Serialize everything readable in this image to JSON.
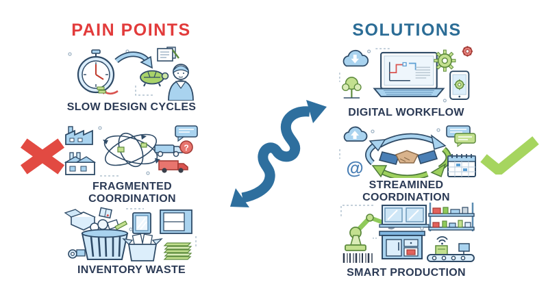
{
  "canvas": {
    "background": "#ffffff"
  },
  "pain_points": {
    "title": "PAIN POINTS",
    "title_color": "#e23b3b",
    "marker": "cross-icon",
    "items": [
      {
        "label": "SLOW DESIGN CYCLES",
        "icon": "stopwatch-turtle-designer-icon"
      },
      {
        "label": "FRAGMENTED COORDINATION",
        "icon": "tangled-network-factories-trucks-icon"
      },
      {
        "label": "INVENTORY WASTE",
        "icon": "waste-basket-boxes-shelf-icon"
      }
    ]
  },
  "solutions": {
    "title": "SOLUTIONS",
    "title_color": "#2c6d96",
    "marker": "check-icon",
    "items": [
      {
        "label": "DIGITAL WORKFLOW",
        "icon": "laptop-cloud-gears-tablet-icon"
      },
      {
        "label": "STREAMINED COORDINATION",
        "icon": "handshake-cycle-cloud-calendar-icon"
      },
      {
        "label": "SMART PRODUCTION",
        "icon": "robot-arm-conveyor-shelf-icon"
      }
    ]
  },
  "center": {
    "icon": "squiggle-double-arrow-icon",
    "color": "#2e6f9e"
  },
  "glyphs": {
    "question_mark": "?",
    "at_sign": "@"
  },
  "colors": {
    "label_text": "#2b3a55",
    "cross": "#e24a42",
    "check": "#a6d55f"
  }
}
